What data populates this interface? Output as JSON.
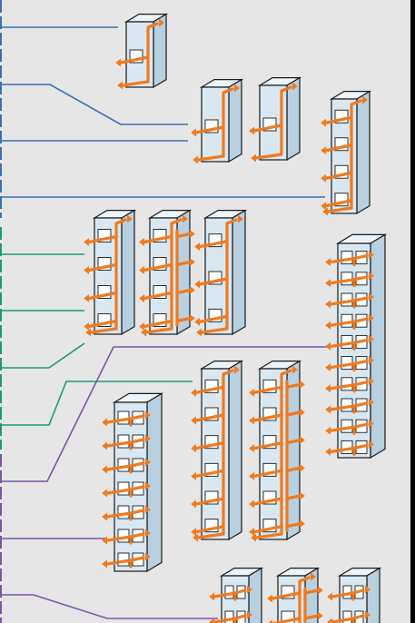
{
  "colors": {
    "background": "#e6e6e6",
    "cabinet_front": "#d9e7f1",
    "cabinet_side": "#b9d0e0",
    "cabinet_top": "#eef5fa",
    "cabinet_outline": "#1a1a1a",
    "pipe": "#f07a1e",
    "leader_blue": "#3c6fb5",
    "leader_green": "#1a9a7a",
    "leader_purple": "#7a55a8",
    "border": "#000000"
  },
  "groups": [
    {
      "name": "group-blue",
      "leader_color": "blue",
      "leaders": 4
    },
    {
      "name": "group-green",
      "leader_color": "green",
      "leaders": 4
    },
    {
      "name": "group-purple",
      "leader_color": "purple",
      "leaders": 4
    }
  ],
  "cabinets": [
    {
      "id": "c1",
      "tiers": 1,
      "piping": "single-riser"
    },
    {
      "id": "c2",
      "tiers": 1,
      "piping": "single-riser"
    },
    {
      "id": "c3",
      "tiers": 1,
      "piping": "single-riser"
    },
    {
      "id": "c4",
      "tiers": 4,
      "piping": "single-riser"
    },
    {
      "id": "c5",
      "tiers": 4,
      "piping": "single-riser"
    },
    {
      "id": "c6",
      "tiers": 4,
      "piping": "double-riser"
    },
    {
      "id": "c7",
      "tiers": 3,
      "piping": "single-riser"
    },
    {
      "id": "c8",
      "tiers": 10,
      "piping": "two-column"
    },
    {
      "id": "c9",
      "tiers": 6,
      "piping": "single-riser"
    },
    {
      "id": "c10",
      "tiers": 6,
      "piping": "double-riser"
    },
    {
      "id": "c11",
      "tiers": 7,
      "piping": "two-column"
    },
    {
      "id": "c12",
      "tiers": 2,
      "piping": "two-column"
    },
    {
      "id": "c13",
      "tiers": 2,
      "piping": "double-riser"
    },
    {
      "id": "c14",
      "tiers": 2,
      "piping": "two-column"
    }
  ]
}
